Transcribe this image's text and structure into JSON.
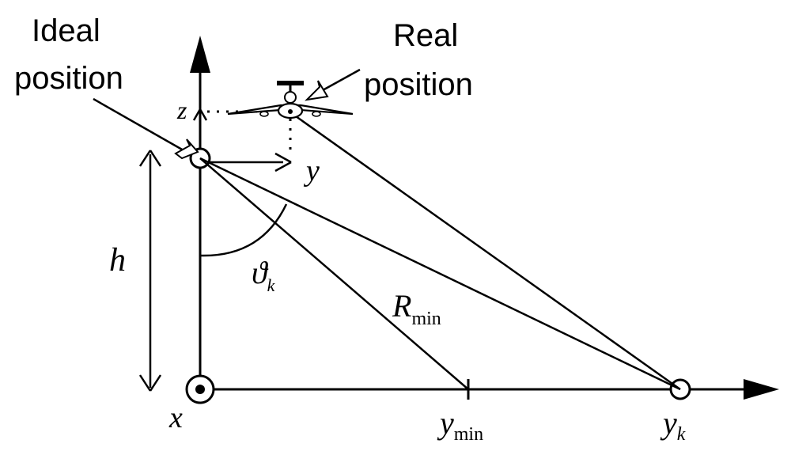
{
  "labels": {
    "ideal_line1": "Ideal",
    "ideal_line2": "position",
    "real_line1": "Real",
    "real_line2": "position",
    "z_axis": "z",
    "y_axis": "y",
    "x_axis": "x",
    "height": "h",
    "angle": "ϑ",
    "angle_sub": "k",
    "range": "R",
    "range_sub": "min",
    "ymin": "y",
    "ymin_sub": "min",
    "yk": "y",
    "yk_sub": "k"
  },
  "colors": {
    "ink": "#000000",
    "background": "#ffffff"
  }
}
